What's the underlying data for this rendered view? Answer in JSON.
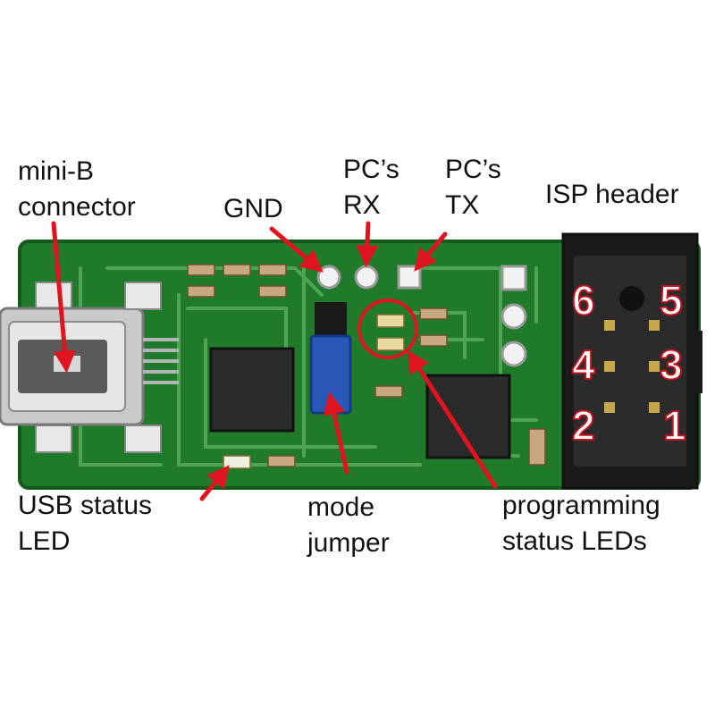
{
  "labels": {
    "mini_b_line1": "mini-B",
    "mini_b_line2": "connector",
    "gnd": "GND",
    "pc_rx_line1": "PC’s",
    "pc_rx_line2": "RX",
    "pc_tx_line1": "PC’s",
    "pc_tx_line2": "TX",
    "isp_header": "ISP header",
    "usb_status_line1": "USB status",
    "usb_status_line2": "LED",
    "mode_line1": "mode",
    "mode_line2": "jumper",
    "prog_line1": "programming",
    "prog_line2": "status LEDs"
  },
  "isp_pins": {
    "p6": "6",
    "p5": "5",
    "p4": "4",
    "p3": "3",
    "p2": "2",
    "p1": "1"
  },
  "colors": {
    "board": "#1f7a2a",
    "board_dark": "#135a1c",
    "trace": "#4fa352",
    "arrow": "#e0141e",
    "header": "#1a1a1a",
    "jumper": "#2b57b8",
    "pin_number_outline": "#c0121f",
    "pin_number_fill": "#ffffff"
  }
}
